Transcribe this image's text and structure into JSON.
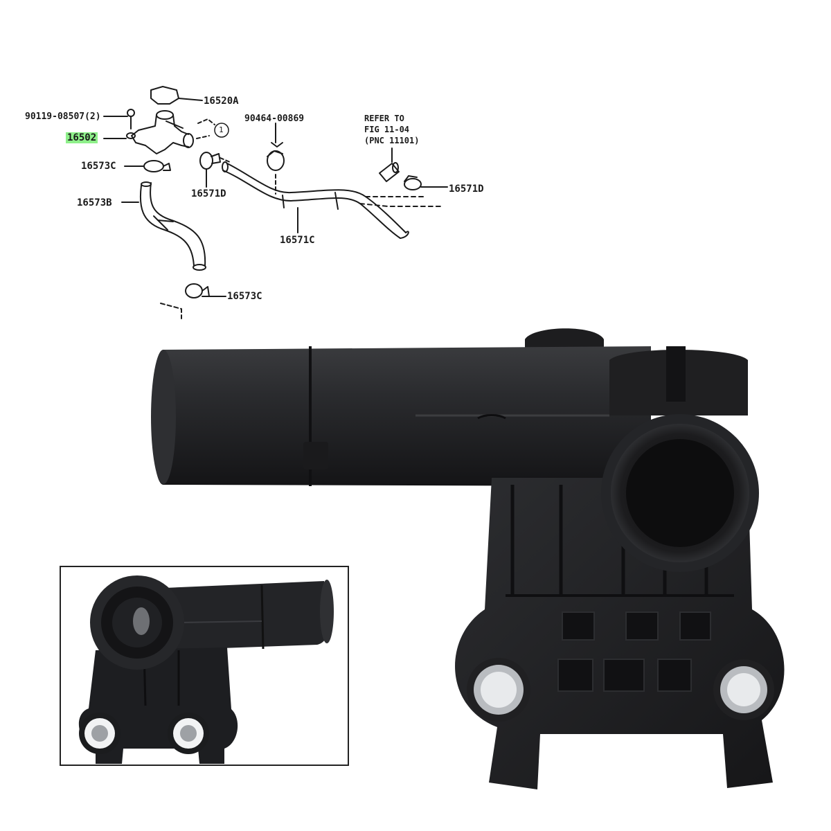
{
  "diagram": {
    "labels": {
      "p16520a": "16520A",
      "p90119": "90119-08507(2)",
      "p16502": "16502",
      "p90464": "90464-00869",
      "p16573c_top": "16573C",
      "p16573b": "16573B",
      "p16571d_left": "16571D",
      "p16571d_right": "16571D",
      "p16571c": "16571C",
      "p16573c_bottom": "16573C",
      "callout": "1"
    },
    "refer": {
      "line1": "REFER TO",
      "line2": "FIG 11-04",
      "line3": "(PNC 11101)"
    },
    "highlight_color": "#8ef08a",
    "part_color": "#1f1f21"
  }
}
